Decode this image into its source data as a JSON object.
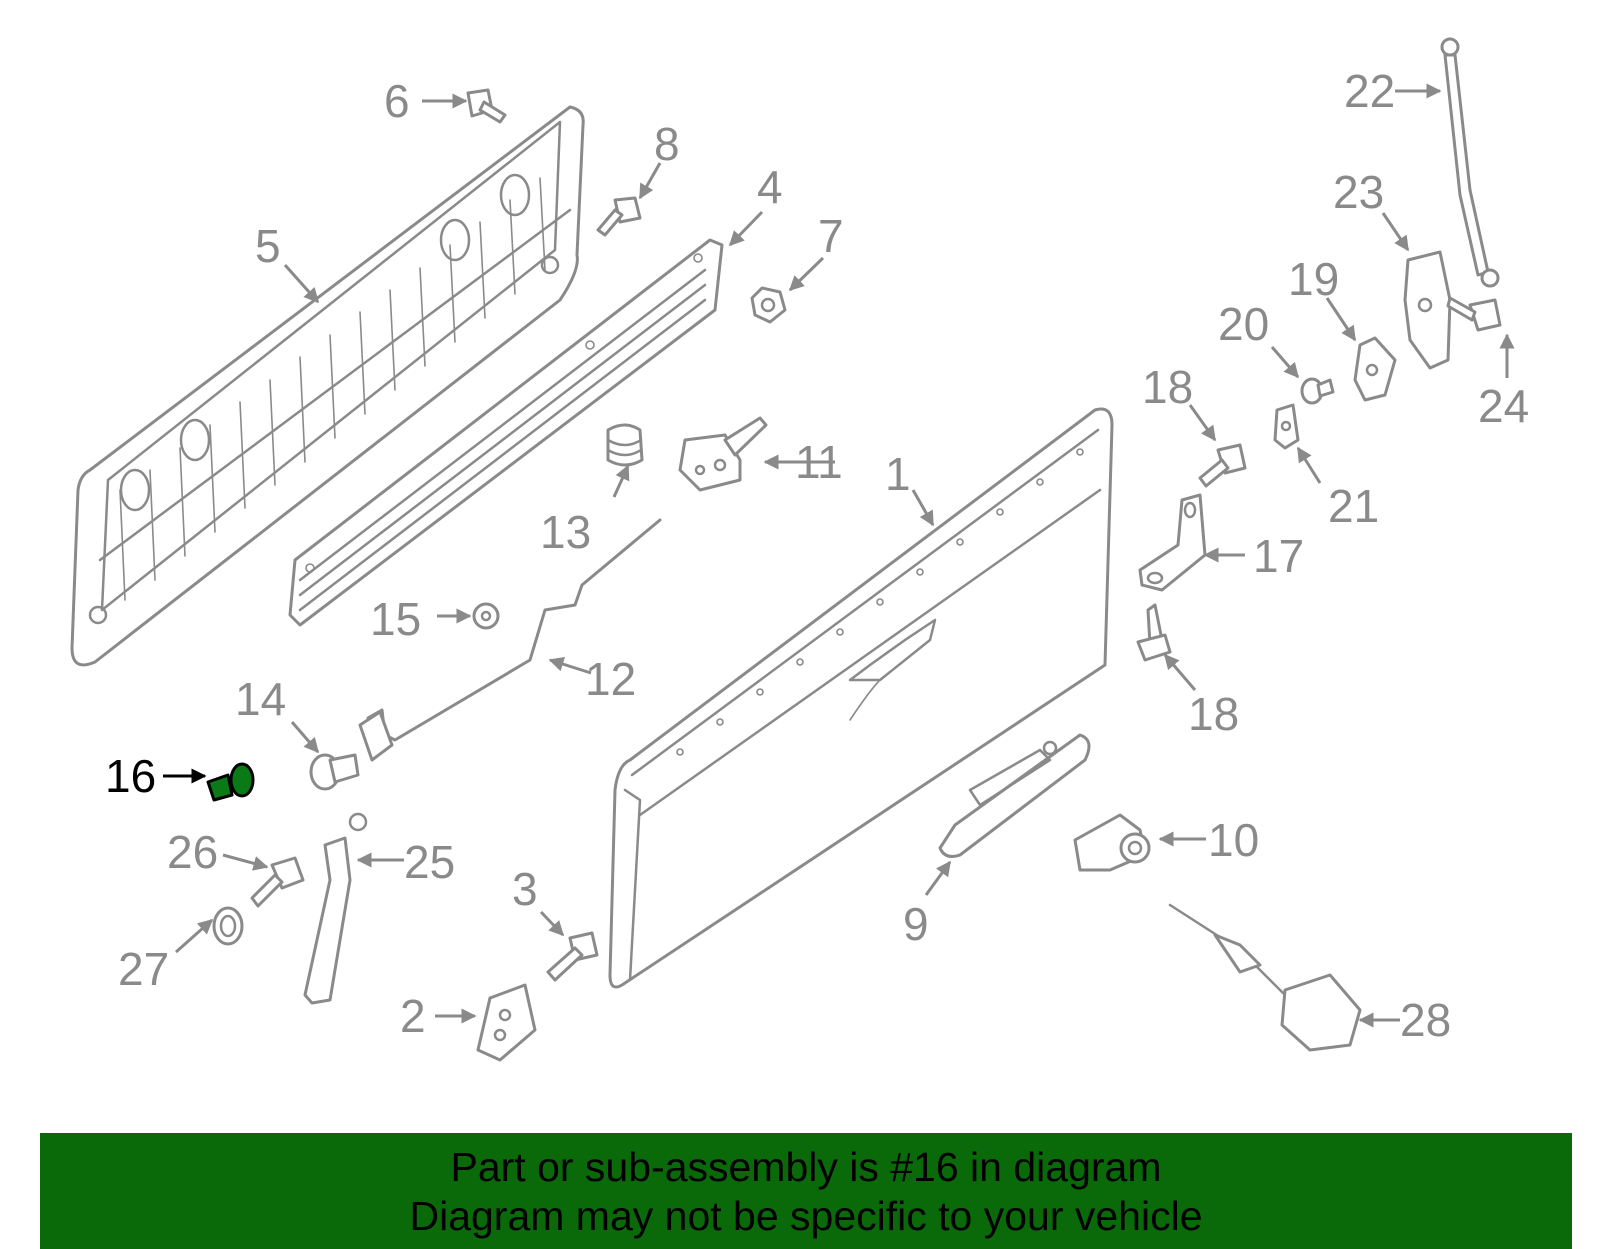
{
  "diagram": {
    "highlight_color": "#0a6a0a",
    "label_color": "#8a8a8a",
    "labels": {
      "p1": "1",
      "p2": "2",
      "p3": "3",
      "p4": "4",
      "p5": "5",
      "p6": "6",
      "p7": "7",
      "p8": "8",
      "p9": "9",
      "p10": "10",
      "p11": "11",
      "p12": "12",
      "p13": "13",
      "p14": "14",
      "p15": "15",
      "p16": "16",
      "p17": "17",
      "p18a": "18",
      "p18b": "18",
      "p19": "19",
      "p20": "20",
      "p21": "21",
      "p22": "22",
      "p23": "23",
      "p24": "24",
      "p25": "25",
      "p26": "26",
      "p27": "27",
      "p28": "28"
    },
    "highlighted_part": "16"
  },
  "banner": {
    "line1": "Part or sub-assembly is #16 in diagram",
    "line2": "Diagram may not be specific to your vehicle"
  }
}
